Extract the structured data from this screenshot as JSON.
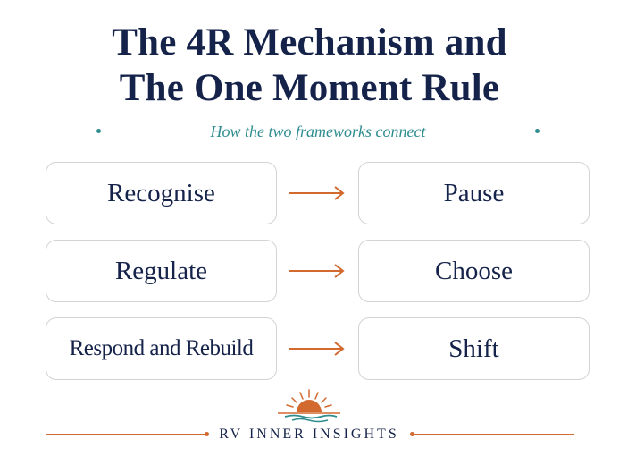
{
  "title": {
    "line1": "The 4R Mechanism and",
    "line2": "The One Moment Rule"
  },
  "subtitle": "How the two frameworks connect",
  "rows": [
    {
      "left": "Recognise",
      "right": "Pause"
    },
    {
      "left": "Regulate",
      "right": "Choose"
    },
    {
      "left": "Respond and Rebuild",
      "right": "Shift"
    }
  ],
  "brand": "RV INNER INSIGHTS",
  "colors": {
    "navy": "#15234a",
    "teal": "#2f8c8f",
    "orange": "#d2692f",
    "box_border": "#d3d3d3"
  },
  "icons": {
    "arrow": "arrow-right-icon",
    "logo": "sunrise-waves-logo-icon"
  }
}
